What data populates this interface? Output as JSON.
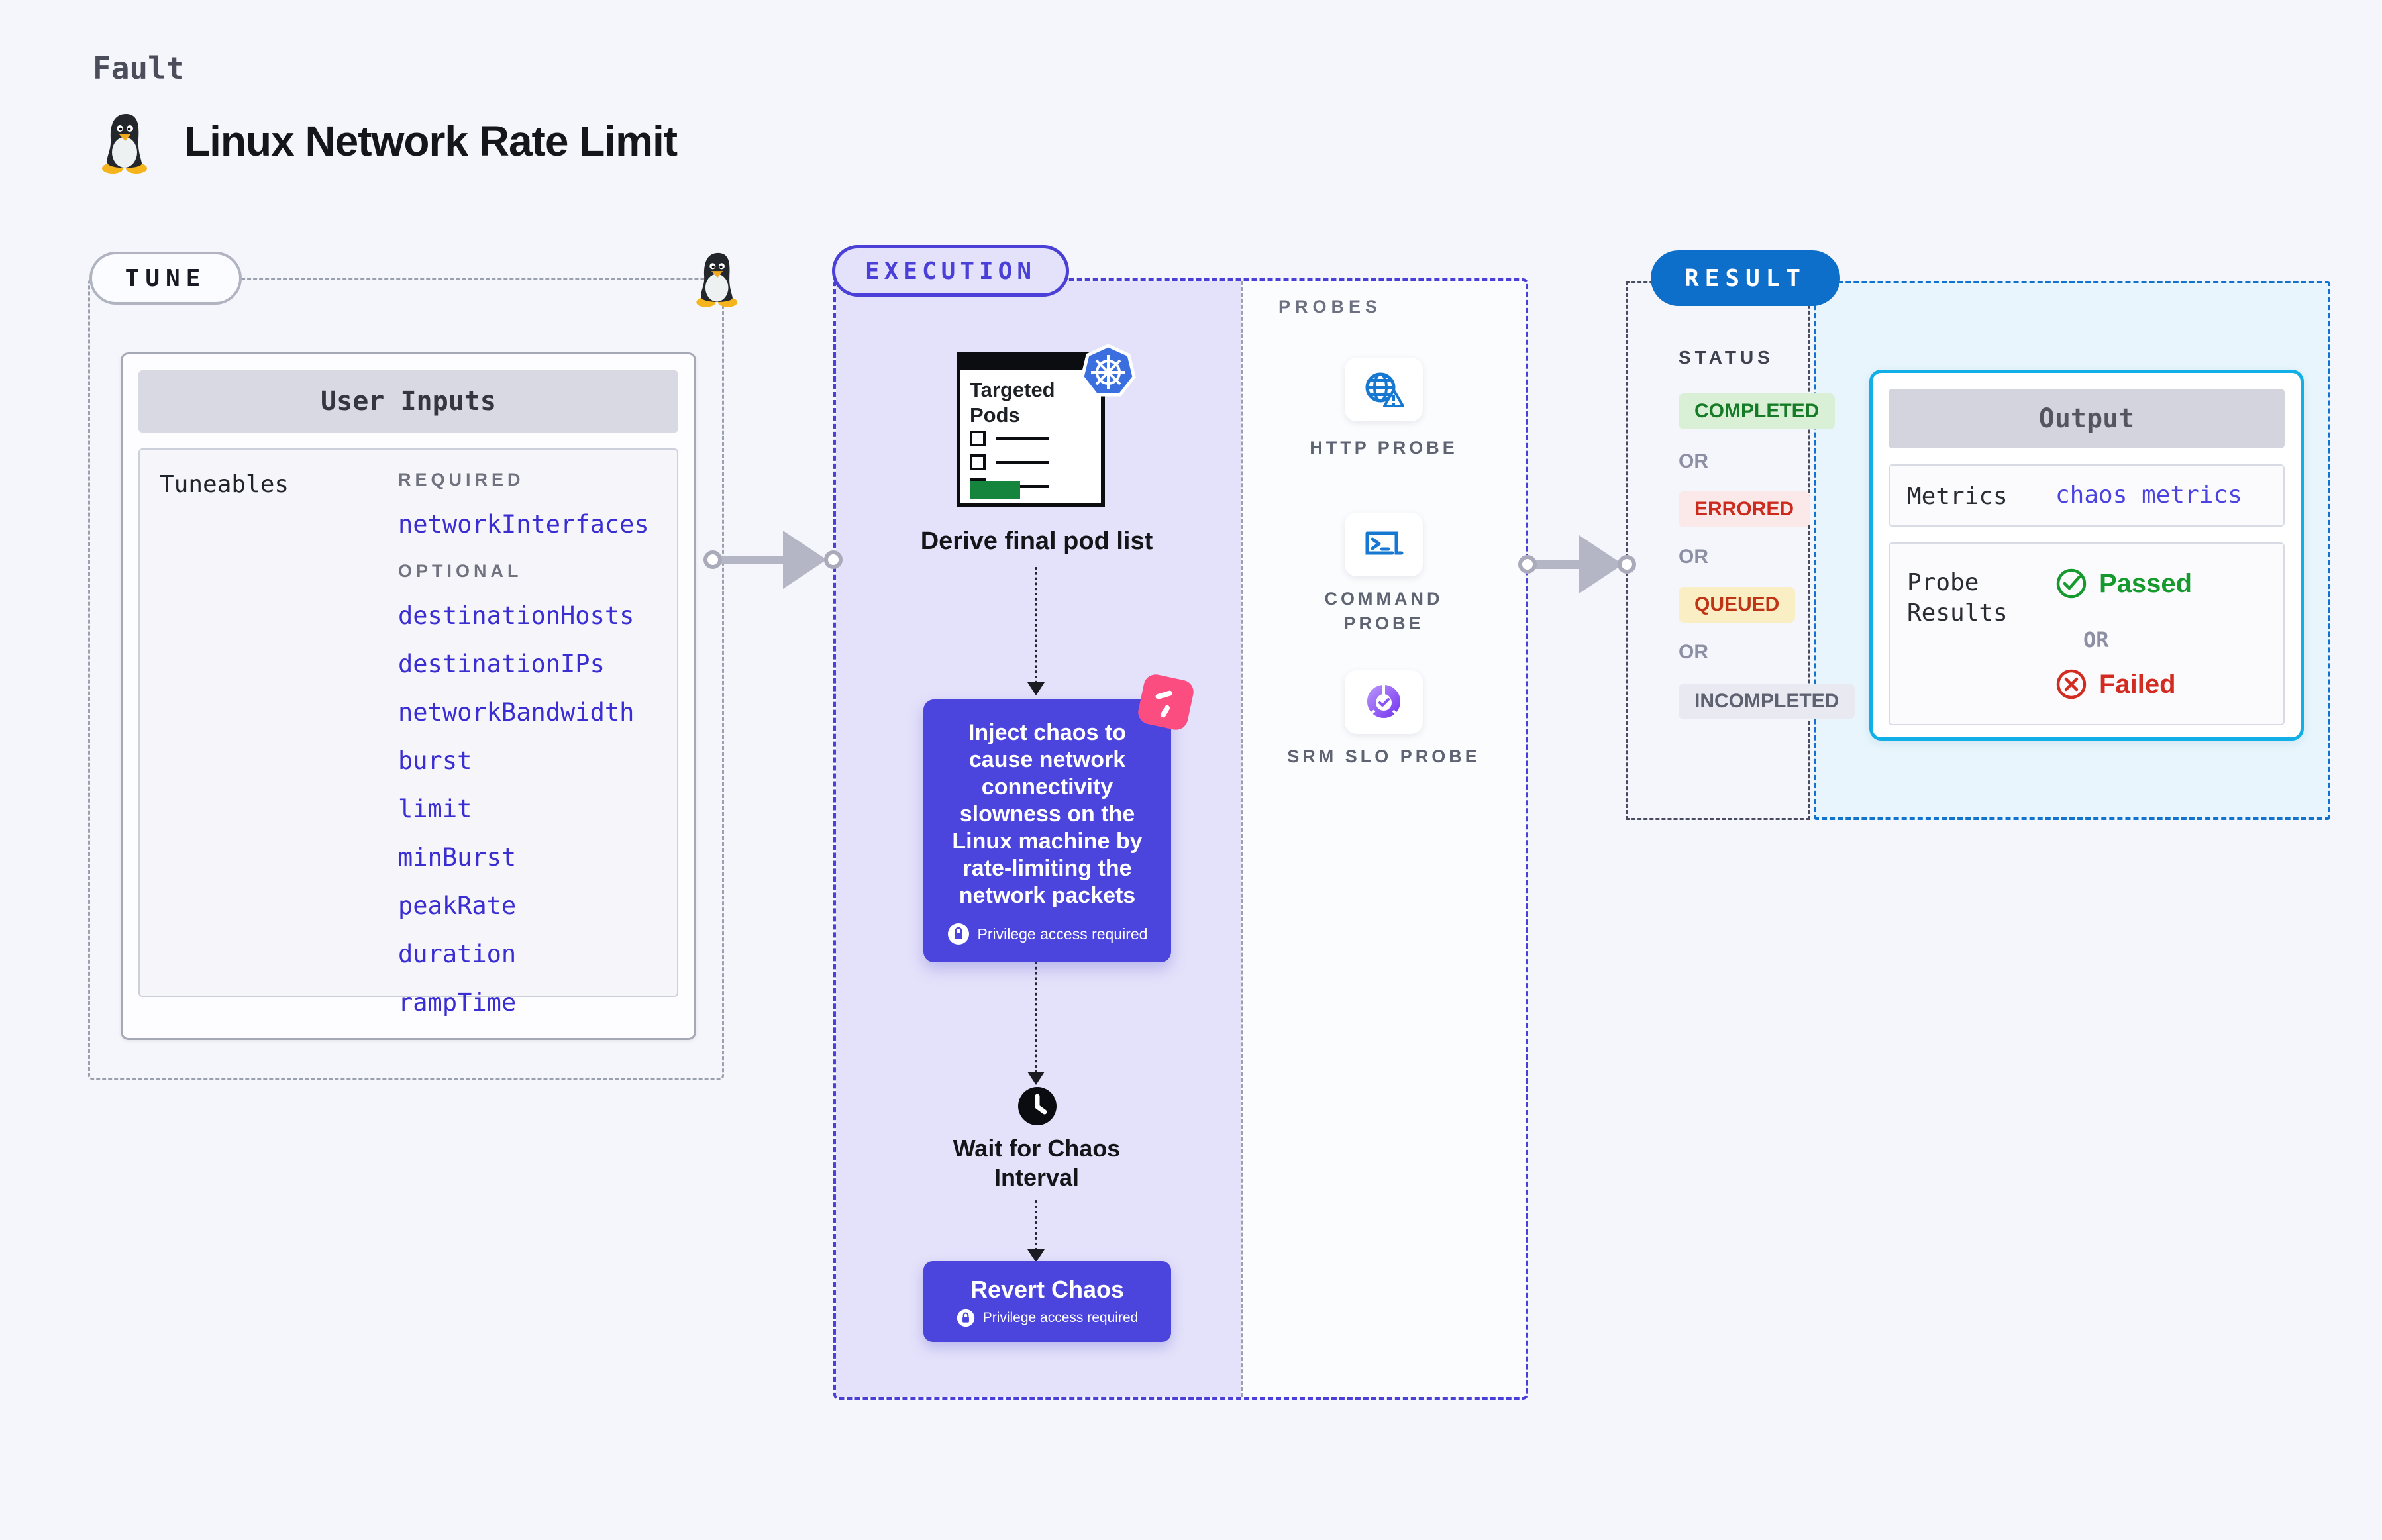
{
  "header": {
    "kicker": "Fault",
    "title": "Linux Network Rate Limit"
  },
  "tune": {
    "label": "TUNE",
    "panel_title": "User Inputs",
    "tuneables_label": "Tuneables",
    "required_label": "REQUIRED",
    "optional_label": "OPTIONAL",
    "required_items": [
      "networkInterfaces"
    ],
    "optional_items": [
      "destinationHosts",
      "destinationIPs",
      "networkBandwidth",
      "burst",
      "limit",
      "minBurst",
      "peakRate",
      "duration",
      "rampTime"
    ]
  },
  "execution": {
    "label": "EXECUTION",
    "pod_card_title": "Targeted Pods",
    "derive_label": "Derive final pod list",
    "inject_text": "Inject chaos to cause network connectivity slowness on the Linux machine by rate-limiting the network packets",
    "privilege_note": "Privilege access required",
    "wait_label_line1": "Wait for Chaos",
    "wait_label_line2": "Interval",
    "revert_label": "Revert Chaos"
  },
  "probes": {
    "label": "PROBES",
    "items": [
      {
        "name": "HTTP PROBE",
        "icon": "globe-alert-icon"
      },
      {
        "name": "COMMAND PROBE",
        "icon": "terminal-icon"
      },
      {
        "name": "SRM SLO PROBE",
        "icon": "slo-donut-icon"
      }
    ]
  },
  "result": {
    "label": "RESULT",
    "status_label": "STATUS",
    "or_label": "OR",
    "statuses": [
      {
        "text": "COMPLETED",
        "bg": "#d9f0d7",
        "color": "#157b26"
      },
      {
        "text": "ERRORED",
        "bg": "#fbe9e9",
        "color": "#cb2a1d"
      },
      {
        "text": "QUEUED",
        "bg": "#faeec5",
        "color": "#bf3415"
      },
      {
        "text": "INCOMPLETED",
        "bg": "#e9e9f1",
        "color": "#5d6170"
      }
    ],
    "output": {
      "title": "Output",
      "metrics_label": "Metrics",
      "metrics_value": "chaos metrics",
      "probe_results_label": "Probe Results",
      "passed_label": "Passed",
      "failed_label": "Failed"
    }
  },
  "colors": {
    "page_bg": "#f5f6fb",
    "indigo": "#4b44dd",
    "indigo_border": "#4a3fd6",
    "lavender_fill": "#e4e2fa",
    "param_blue": "#3a2ed3",
    "result_blue": "#0d6fca",
    "result_dash_blue": "#1273cf",
    "result_fill": "#e8f5fc",
    "output_border": "#12aee6",
    "passed_green": "#169a2e",
    "failed_red": "#d22b20",
    "chaos_pink": "#fb4d80",
    "k8s_blue": "#3b6fe0",
    "probe_icon_blue": "#1778d2"
  }
}
